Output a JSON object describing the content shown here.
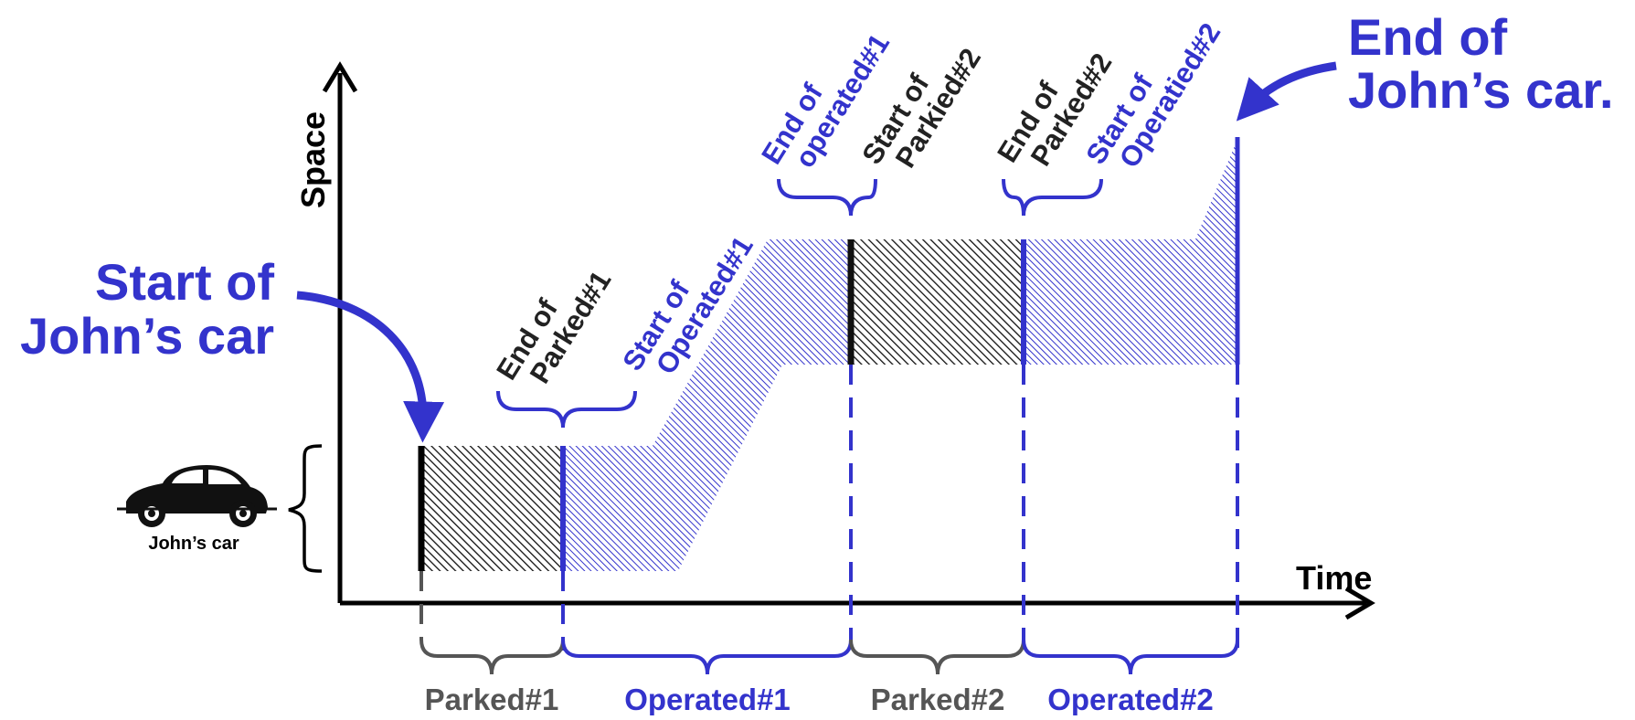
{
  "colors": {
    "blue": "#3333cc",
    "black": "#111111",
    "gray": "#555555"
  },
  "axes": {
    "y_label": "Space",
    "x_label": "Time"
  },
  "object": {
    "icon": "car-icon",
    "label": "John’s car"
  },
  "callouts": {
    "start": [
      "Start of",
      "John’s car"
    ],
    "end": [
      "End of",
      "John’s car."
    ]
  },
  "event_labels": {
    "end_parked1": [
      "End of",
      "Parked#1"
    ],
    "start_operated1": [
      "Start of",
      "Operated#1"
    ],
    "end_operated1": [
      "End of",
      "operated#1"
    ],
    "start_parked2": [
      "Start of",
      "Parkied#2"
    ],
    "end_parked2": [
      "End of",
      "Parked#2"
    ],
    "start_operated2": [
      "Start of",
      "Operatied#2"
    ]
  },
  "phases": [
    {
      "name": "Parked#1",
      "kind": "parked"
    },
    {
      "name": "Operated#1",
      "kind": "operated"
    },
    {
      "name": "Parked#2",
      "kind": "parked"
    },
    {
      "name": "Operated#2",
      "kind": "operated"
    }
  ]
}
